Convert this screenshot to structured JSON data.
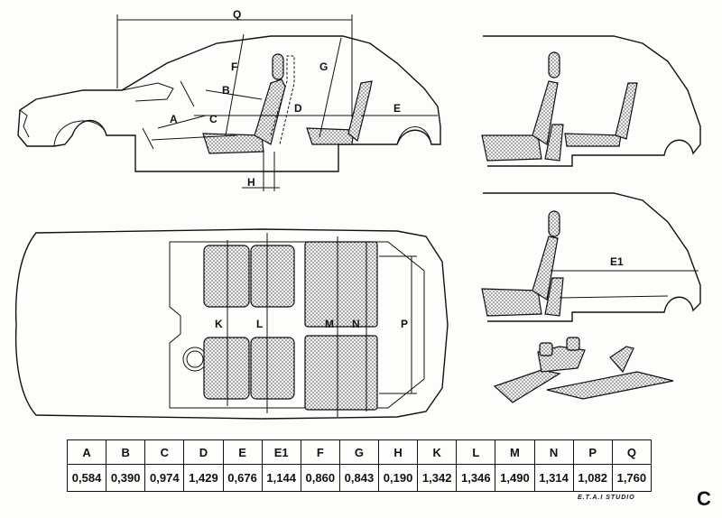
{
  "dimension_labels": {
    "A": "A",
    "B": "B",
    "C": "C",
    "D": "D",
    "E": "E",
    "E1": "E1",
    "F": "F",
    "G": "G",
    "H": "H",
    "K": "K",
    "L": "L",
    "M": "M",
    "N": "N",
    "P": "P",
    "Q": "Q"
  },
  "table": {
    "headers": [
      "A",
      "B",
      "C",
      "D",
      "E",
      "E1",
      "F",
      "G",
      "H",
      "K",
      "L",
      "M",
      "N",
      "P",
      "Q"
    ],
    "values": [
      "0,584",
      "0,390",
      "0,974",
      "1,429",
      "0,676",
      "1,144",
      "0,860",
      "0,843",
      "0,190",
      "1,342",
      "1,346",
      "1,490",
      "1,314",
      "1,082",
      "1,760"
    ]
  },
  "credit": "E.T.A.I STUDIO",
  "corner_letter": "C"
}
